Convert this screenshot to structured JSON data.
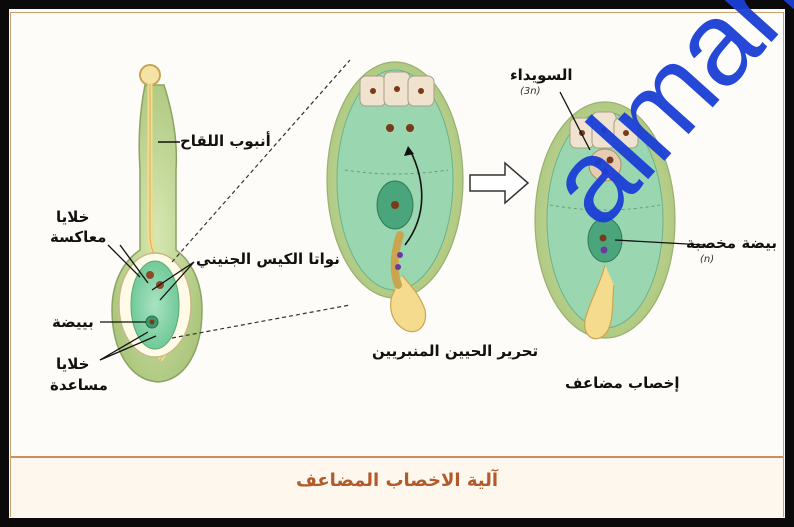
{
  "caption": "آلية الاخصاب المضاعف",
  "labels": {
    "pollen_tube": "أنبوب اللقاح",
    "antipodal_cells_1": "خلايا",
    "antipodal_cells_2": "معاكسة",
    "polar_nuclei": "نواتا الكيس الجنيني",
    "egg": "بييضة",
    "synergid_cells_1": "خلايا",
    "synergid_cells_2": "مساعدة",
    "sperm_release": "تحرير الحيين المنبريين",
    "endosperm": "السويداء",
    "endosperm_ploidy": "(3n)",
    "zygote": "بيضة مخصبة",
    "zygote_ploidy": "(n)",
    "double_fertilization": "إخصاب مضاعف"
  },
  "watermark": "almanahj",
  "colors": {
    "ovule_green": "#c3d79a",
    "sac_green": "#7fcfa6",
    "pollen_yellow": "#f2d68a",
    "caption_text": "#b15a2c",
    "watermark_blue": "#1b3fd6"
  }
}
